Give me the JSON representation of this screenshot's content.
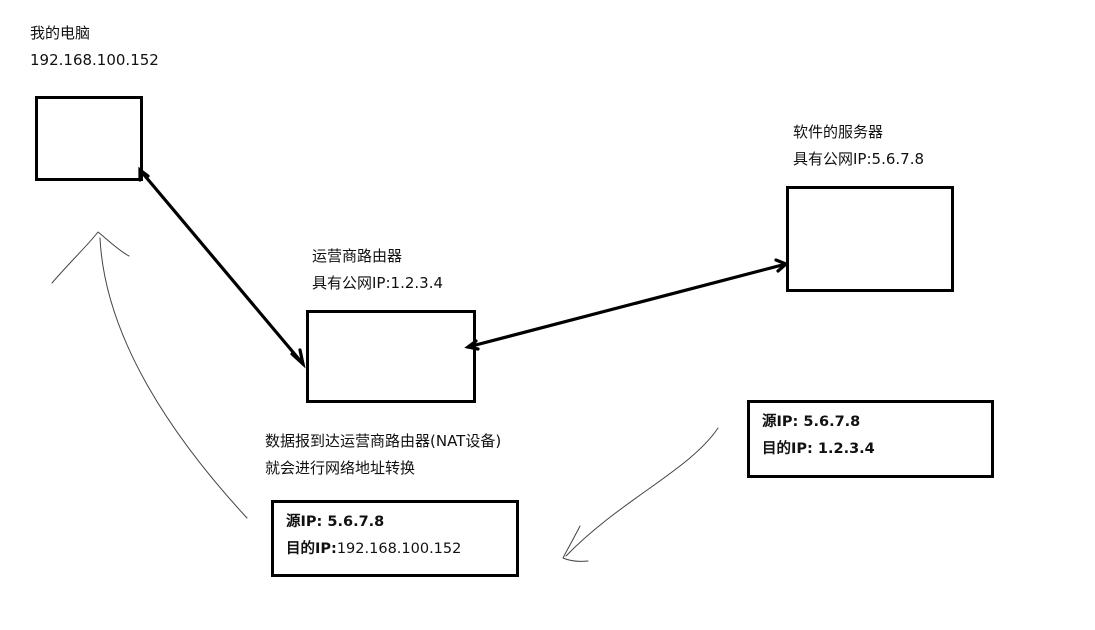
{
  "nodes": {
    "my_pc": {
      "title": "我的电脑",
      "ip": "192.168.100.152"
    },
    "isp_router": {
      "title": "运营商路由器",
      "ip": "具有公网IP:1.2.3.4"
    },
    "server": {
      "title": "软件的服务器",
      "ip": "具有公网IP:5.6.7.8"
    }
  },
  "nat_note": {
    "line1": "数据报到达运营商路由器(NAT设备)",
    "line2": "就会进行网络地址转换"
  },
  "packet_before_nat": {
    "src_key": "源IP:",
    "src_val": " 5.6.7.8",
    "dst_key": "目的IP:",
    "dst_val": "  1.2.3.4"
  },
  "packet_after_nat": {
    "src_key": "源IP:",
    "src_val": " 5.6.7.8",
    "dst_key": "目的IP:",
    "dst_val": "192.168.100.152"
  }
}
